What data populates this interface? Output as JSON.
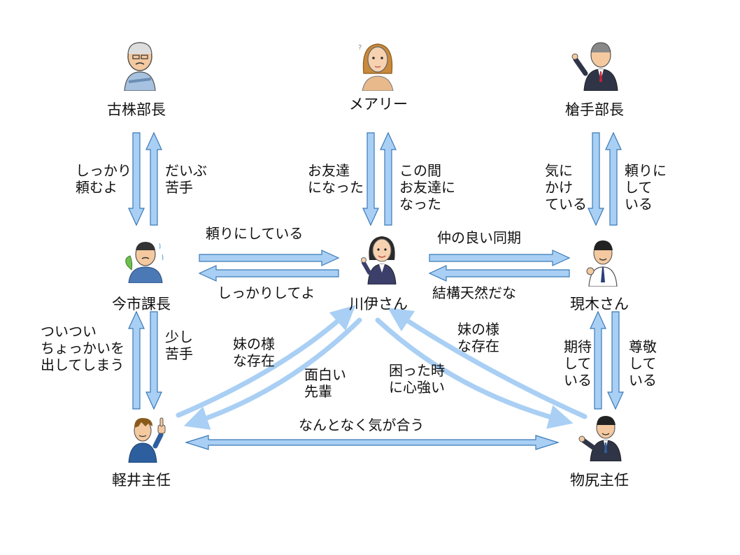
{
  "colors": {
    "arrow_fill": "#a9cff4",
    "arrow_stroke": "#3a7ab8",
    "curve": "#a9cff4"
  },
  "nodes": {
    "furukabu": "古株部長",
    "mary": "メアリー",
    "yarite": "槍手部長",
    "imaichi": "今市課長",
    "kawai": "川伊さん",
    "utsuki": "現木さん",
    "karui": "軽井主任",
    "butsujiri": "物尻主任"
  },
  "edges": {
    "furukabu_to_imaichi": "しっかり\n頼むよ",
    "imaichi_to_furukabu": "だいぶ\n苦手",
    "mary_to_kawai": "お友達\nになった",
    "kawai_to_mary": "この間\nお友達に\nなった",
    "yarite_to_utsuki": "気に\nかけ\nている",
    "utsuki_to_yarite": "頼りに\nして\nいる",
    "imaichi_to_kawai": "頼りにしている",
    "kawai_to_imaichi": "しっかりしてよ",
    "kawai_to_utsuki": "仲の良い同期",
    "utsuki_to_kawai": "結構天然だな",
    "karui_to_imaichi": "ついつい\nちょっかいを\n出してしまう",
    "imaichi_to_karui": "少し\n苦手",
    "butsujiri_to_utsuki": "期待\nして\nいる",
    "utsuki_to_butsujiri": "尊敬\nして\nいる",
    "karui_to_kawai": "妹の様\nな存在",
    "kawai_to_karui": "面白い\n先輩",
    "kawai_to_butsujiri": "困った時\nに心強い",
    "butsujiri_to_kawai": "妹の様\nな存在",
    "karui_butsujiri": "なんとなく気が合う"
  },
  "avatars": {
    "furukabu": "elderly-manager-arms-crossed",
    "mary": "woman-thinking",
    "yarite": "manager-pointing-up",
    "imaichi": "sweating-manager",
    "kawai": "woman-pointing",
    "utsuki": "young-man-fist",
    "karui": "man-thumbs-up",
    "butsujiri": "man-pointing"
  }
}
